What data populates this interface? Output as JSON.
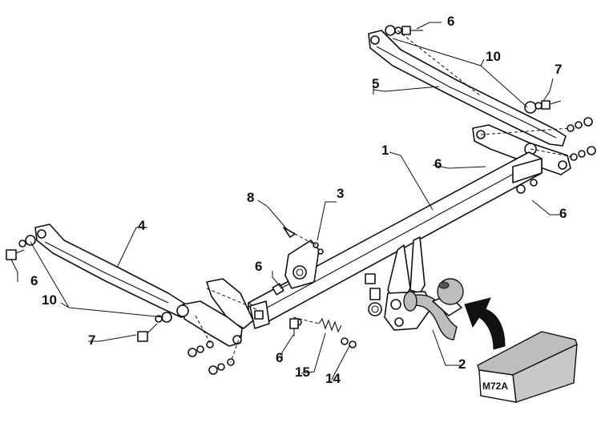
{
  "callouts": {
    "c1": "1",
    "c2": "2",
    "c3": "3",
    "c4": "4",
    "c5": "5",
    "c6a": "6",
    "c6b": "6",
    "c6c": "6",
    "c6d": "6",
    "c6e": "6",
    "c7a": "7",
    "c7b": "7",
    "c8": "8",
    "c10a": "10",
    "c10b": "10",
    "c14": "14",
    "c15": "15"
  },
  "box_label": "M72A"
}
